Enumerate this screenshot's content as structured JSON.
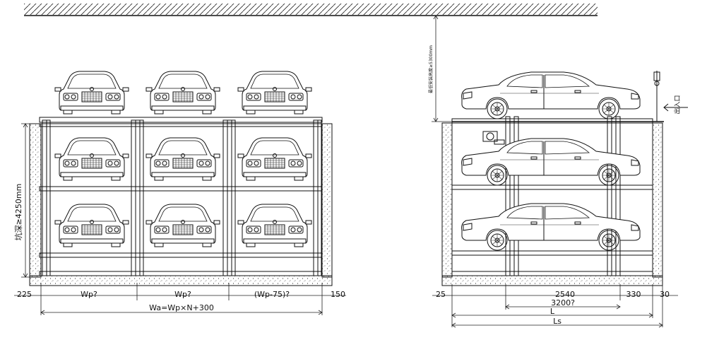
{
  "labels": {
    "depth_left": "坑深≥4250mm",
    "height_right": "最低安装高度≥5300mm",
    "entrance": "出入口"
  },
  "left_dims": {
    "d225": "225",
    "wp1": "Wp?",
    "wp2": "Wp?",
    "wp3": "(Wp-75)?",
    "d150": "150",
    "wa": "Wa=Wp×N+300"
  },
  "right_dims": {
    "d25": "25",
    "d2540": "2540",
    "d330": "330",
    "d30": "30",
    "d3200": "3200?",
    "l": "L",
    "ls": "Ls"
  },
  "colors": {
    "line": "#111111",
    "background": "#ffffff"
  }
}
